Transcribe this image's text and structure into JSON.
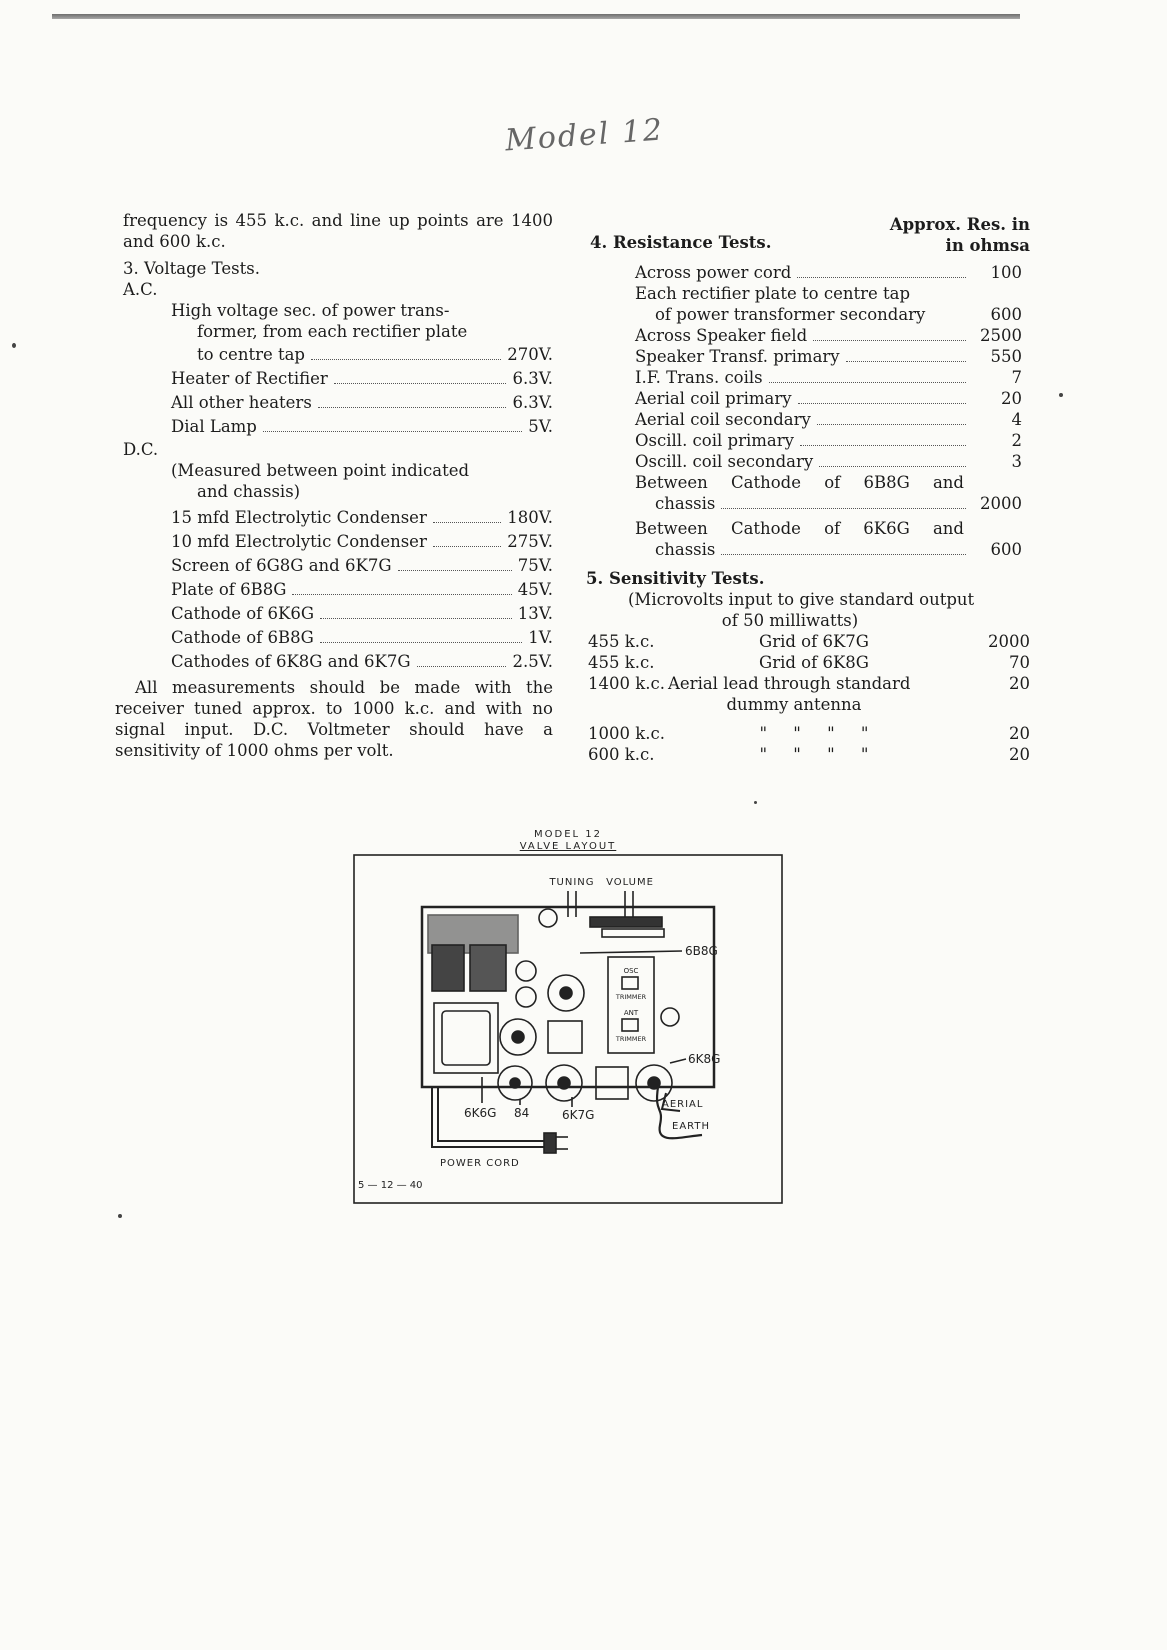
{
  "handwritten_title": "Model 12",
  "left": {
    "intro": "frequency is 455 k.c. and line up points are 1400 and 600 k.c.",
    "voltage_heading": "3. Voltage Tests.",
    "ac_heading": "A.C.",
    "ac_desc_line1": "High voltage sec. of power trans-",
    "ac_desc_line2": "former, from each rectifier plate",
    "ac_items": [
      {
        "label": "to centre tap",
        "value": "270V."
      },
      {
        "label": "Heater of Rectifier",
        "value": "6.3V."
      },
      {
        "label": "All other heaters",
        "value": "6.3V."
      },
      {
        "label": "Dial Lamp",
        "value": "5V."
      }
    ],
    "dc_heading": "D.C.",
    "dc_note_line1": "(Measured between point indicated",
    "dc_note_line2": "and chassis)",
    "dc_items": [
      {
        "label": "15 mfd Electrolytic Condenser",
        "value": "180V."
      },
      {
        "label": "10 mfd Electrolytic Condenser",
        "value": "275V."
      },
      {
        "label": "Screen of 6G8G and 6K7G",
        "value": "75V."
      },
      {
        "label": "Plate of 6B8G",
        "value": "45V."
      },
      {
        "label": "Cathode of 6K6G",
        "value": "13V."
      },
      {
        "label": "Cathode of 6B8G",
        "value": "1V."
      },
      {
        "label": "Cathodes of 6K8G and 6K7G",
        "value": "2.5V."
      }
    ],
    "footnote": "All measurements should be made with the receiver tuned approx. to 1000 k.c. and with no signal input. D.C. Voltmeter should have a sensitivity of 1000 ohms per volt."
  },
  "right": {
    "resistance_heading": "4. Resistance Tests.",
    "approx_heading_line1": "Approx. Res. in",
    "approx_heading_line2": "in ohmsa",
    "res_items": [
      {
        "label": "Across power cord",
        "value": "100"
      },
      {
        "label": "Each rectifier plate to centre tap",
        "value": ""
      },
      {
        "label": "of power transformer secondary",
        "value": "600"
      },
      {
        "label": "Across Speaker field",
        "value": "2500"
      },
      {
        "label": "Speaker Transf. primary",
        "value": "550"
      },
      {
        "label": "I.F. Trans. coils",
        "value": "7"
      },
      {
        "label": "Aerial coil primary",
        "value": "20"
      },
      {
        "label": "Aerial coil secondary",
        "value": "4"
      },
      {
        "label": "Oscill. coil primary",
        "value": "2"
      },
      {
        "label": "Oscill. coil secondary",
        "value": "3"
      }
    ],
    "cathode1_line1": "Between Cathode of 6B8G and",
    "cathode1_line2": "chassis",
    "cathode1_value": "2000",
    "cathode2_line1": "Between Cathode of 6K6G and",
    "cathode2_line2": "chassis",
    "cathode2_value": "600",
    "sensitivity_heading": "5. Sensitivity Tests.",
    "sens_note_line1": "(Microvolts input to give standard output",
    "sens_note_line2": "of 50 milliwatts)",
    "sens_rows": [
      {
        "freq": "455 k.c.",
        "desc": "Grid of 6K7G",
        "value": "2000"
      },
      {
        "freq": "455 k.c.",
        "desc": "Grid of 6K8G",
        "value": "70"
      },
      {
        "freq": "1400 k.c.",
        "desc": "Aerial lead through standard",
        "value": "20"
      },
      {
        "freq": "",
        "desc": "dummy antenna",
        "value": ""
      },
      {
        "freq": "1000 k.c.",
        "desc": "\"     \"     \"     \"",
        "value": "20"
      },
      {
        "freq": "600 k.c.",
        "desc": "\"     \"     \"     \"",
        "value": "20"
      }
    ]
  },
  "diagram": {
    "title_line1": "MODEL 12",
    "title_line2": "VALVE LAYOUT",
    "tuning": "TUNING",
    "volume": "VOLUME",
    "label_6b8g": "6B8G",
    "label_6k8g": "6K8G",
    "osc": "OSC",
    "ant": "ANT",
    "trimmer": "TRIMMER",
    "label_6k6g": "6K6G",
    "label_84": "84",
    "label_6k7g": "6K7G",
    "aerial": "AERIAL",
    "earth": "EARTH",
    "power_cord": "POWER CORD",
    "date": "5 — 12 — 40"
  }
}
